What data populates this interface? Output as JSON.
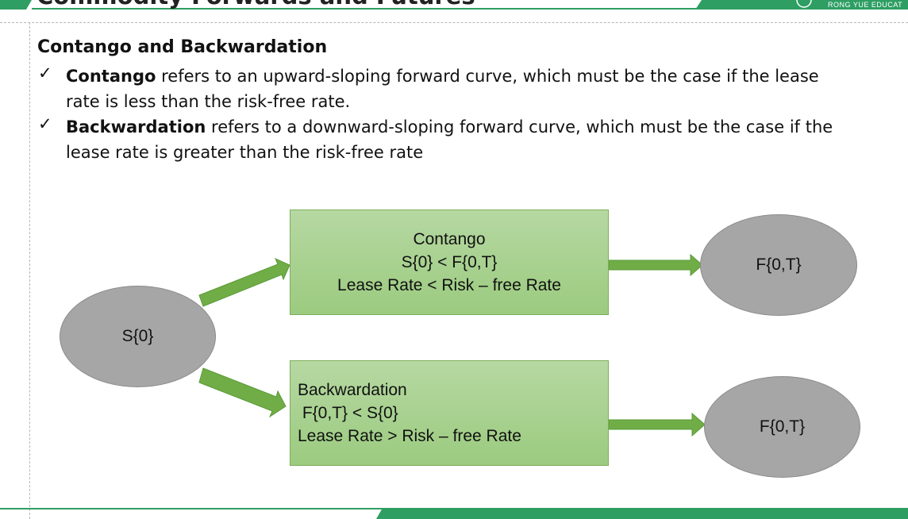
{
  "header": {
    "title": "Commodity Forwards and Futures",
    "brand": "RONG  YUE  EDUCAT",
    "accent_color": "#2e9e63"
  },
  "section_title": "Contango and Backwardation",
  "bullets": [
    {
      "check": "✓",
      "term": "Contango",
      "line1_rest": " refers to an upward-sloping forward curve, which must be the case if the lease",
      "line2": "rate is less than the risk-free rate."
    },
    {
      "check": "✓",
      "term": "Backwardation",
      "line1_rest": " refers to a downward-sloping forward curve, which must be the case if the",
      "line2": "lease rate is greater than the risk-free rate"
    }
  ],
  "diagram": {
    "spot": "S{0}",
    "contango_box": {
      "line1": "Contango",
      "line2": "S{0} < F{0,T}",
      "line3": "Lease Rate < Risk – free Rate"
    },
    "backwardation_box": {
      "line1": "Backwardation",
      "line2": " F{0,T} < S{0}",
      "line3": "Lease Rate > Risk – free Rate"
    },
    "forward_top": "F{0,T}",
    "forward_bottom": "F{0,T}",
    "arrow_color": "#70ad47",
    "ellipse_color": "#a6a6a6",
    "box_color": "#a9d18e"
  }
}
